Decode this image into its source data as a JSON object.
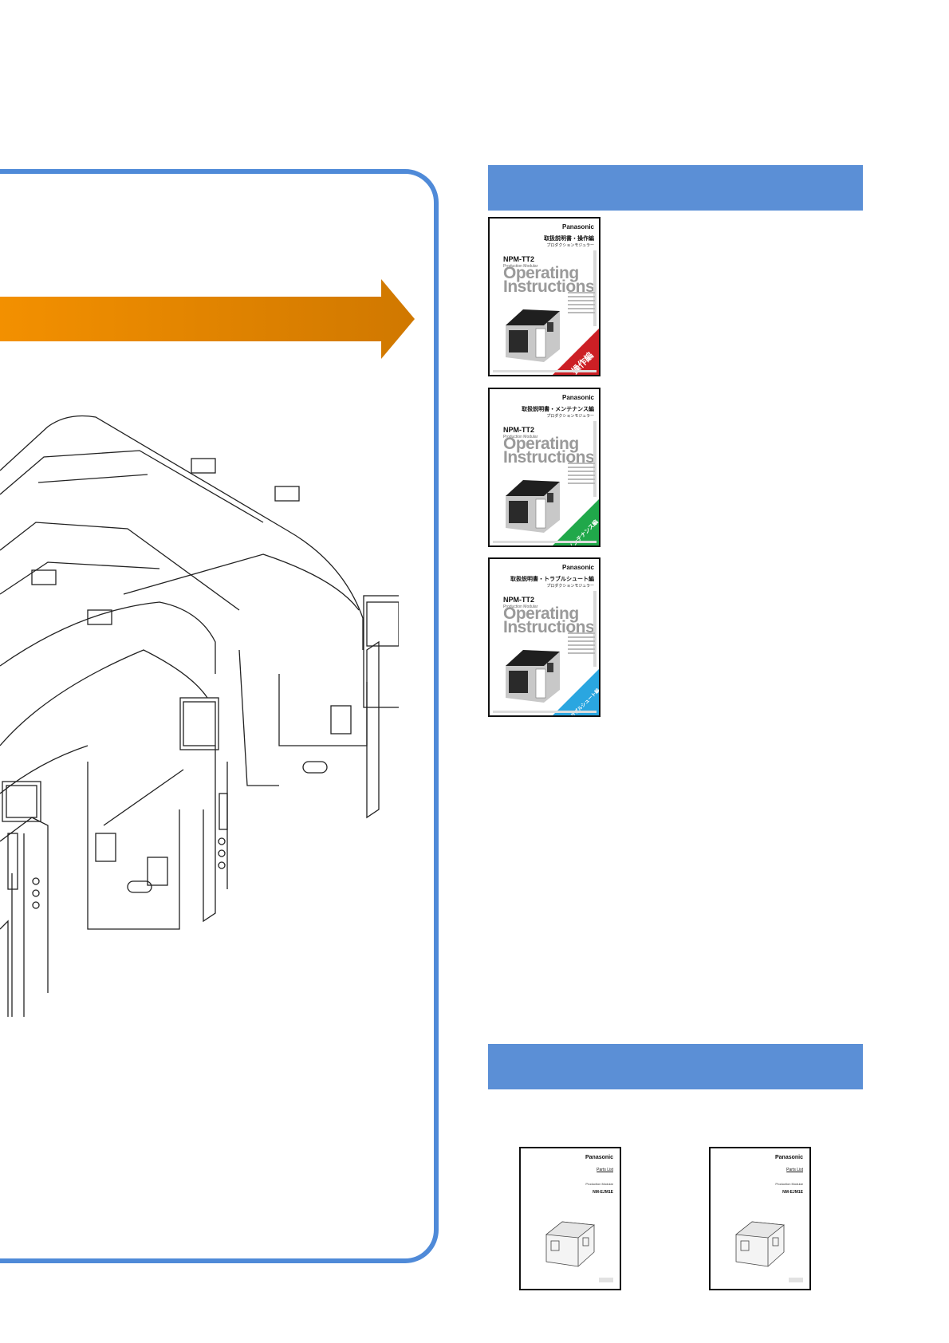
{
  "covers": [
    {
      "brand": "Panasonic",
      "title_jp": "取扱説明書・操作編",
      "sub_jp": "プロダクションモジュラー",
      "model": "NPM-TT2",
      "model_sub": "Production Modular",
      "heading1": "Operating",
      "heading2": "Instructions",
      "ribbon": "操作編",
      "ribbon_color": "#cc1f25"
    },
    {
      "brand": "Panasonic",
      "title_jp": "取扱説明書・メンテナンス編",
      "sub_jp": "プロダクションモジュラー",
      "model": "NPM-TT2",
      "model_sub": "Production Modular",
      "heading1": "Operating",
      "heading2": "Instructions",
      "ribbon": "メンテナンス編",
      "ribbon_color": "#20a84a"
    },
    {
      "brand": "Panasonic",
      "title_jp": "取扱説明書・トラブルシュート編",
      "sub_jp": "プロダクションモジュラー",
      "model": "NPM-TT2",
      "model_sub": "Production Modular",
      "heading1": "Operating",
      "heading2": "Instructions",
      "ribbon": "トラブルシュート編",
      "ribbon_color": "#2aa6e0"
    }
  ],
  "parts_lists": [
    {
      "brand": "Panasonic",
      "title": "Parts List",
      "product": "Production Modular",
      "number": "NM-EJM1E"
    },
    {
      "brand": "Panasonic",
      "title": "Parts List",
      "product": "Production Modular",
      "number": "NM-EJM1E"
    }
  ],
  "colors": {
    "panel_border": "#4f8ad8",
    "bar": "#5b8fd6",
    "arrow_start": "#f39000",
    "arrow_end": "#d07800"
  }
}
